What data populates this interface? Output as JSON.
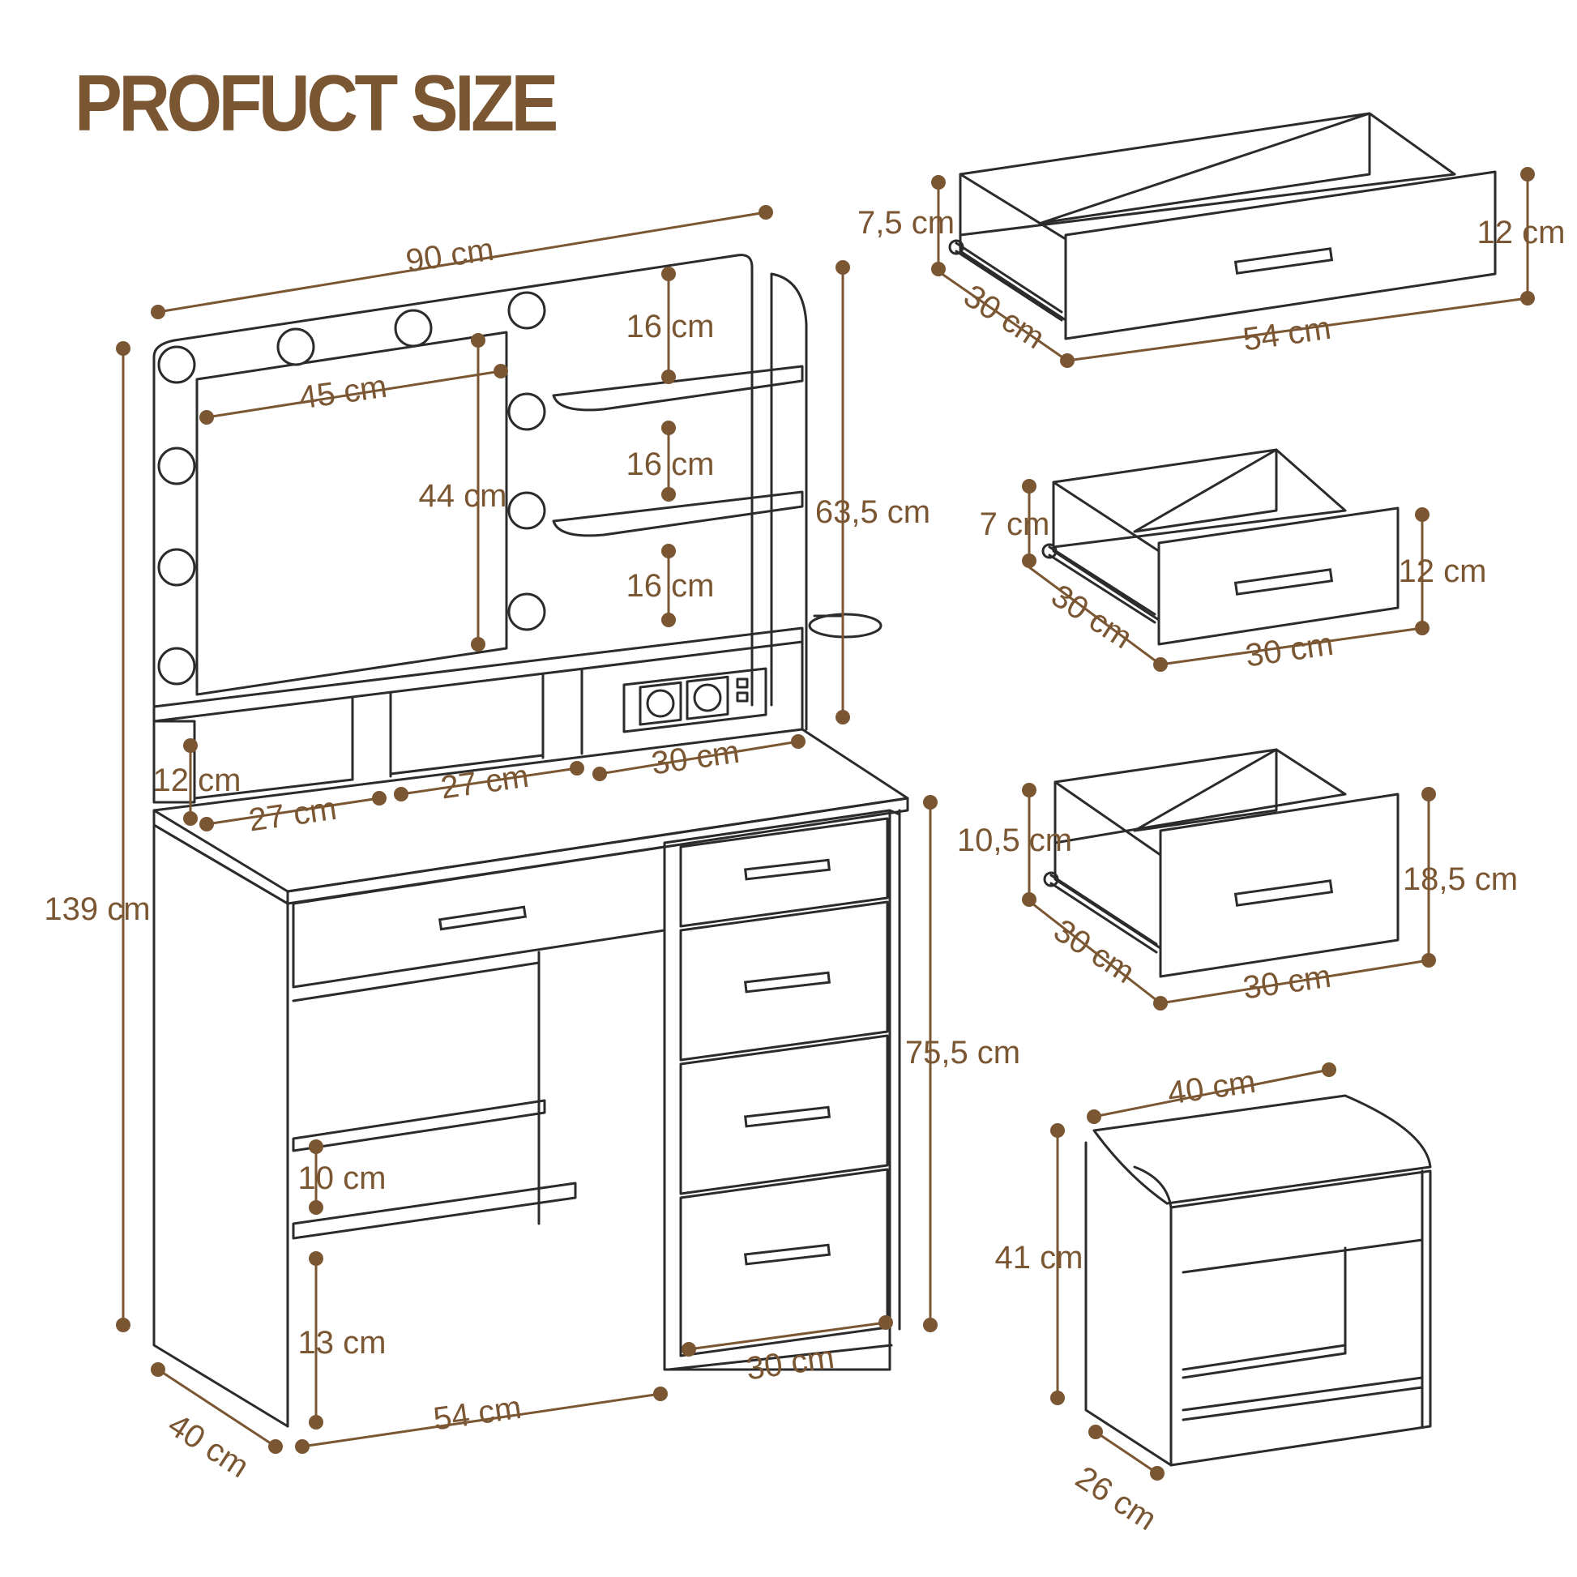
{
  "title": "PROFUCT SIZE",
  "colors": {
    "accent": "#7a5632",
    "outline": "#2b2b2b",
    "background": "#ffffff"
  },
  "vanity": {
    "overall_width": "90 cm",
    "overall_height": "139 cm",
    "depth": "40 cm",
    "mirror_width": "45 cm",
    "mirror_height": "44 cm",
    "shelf_gap_top": "16 cm",
    "shelf_gap_middle": "16 cm",
    "shelf_gap_bottom": "16 cm",
    "hutch_height": "63,5 cm",
    "cubby_height": "12 cm",
    "cubby_left_width": "27 cm",
    "cubby_middle_width": "27 cm",
    "socket_width": "30 cm",
    "desk_height": "75,5 cm",
    "footrest_height": "10 cm",
    "footrest_clearance": "13 cm",
    "knee_space_width": "54 cm",
    "drawer_column_width": "30 cm"
  },
  "drawer_large": {
    "inner_height": "7,5 cm",
    "height": "12 cm",
    "depth": "30 cm",
    "width": "54 cm"
  },
  "drawer_small": {
    "inner_height": "7 cm",
    "height": "12 cm",
    "depth": "30 cm",
    "width": "30 cm"
  },
  "drawer_tall": {
    "inner_height": "10,5 cm",
    "height": "18,5 cm",
    "depth": "30 cm",
    "width": "30 cm"
  },
  "stool": {
    "width": "40 cm",
    "height": "41 cm",
    "depth": "26 cm"
  }
}
